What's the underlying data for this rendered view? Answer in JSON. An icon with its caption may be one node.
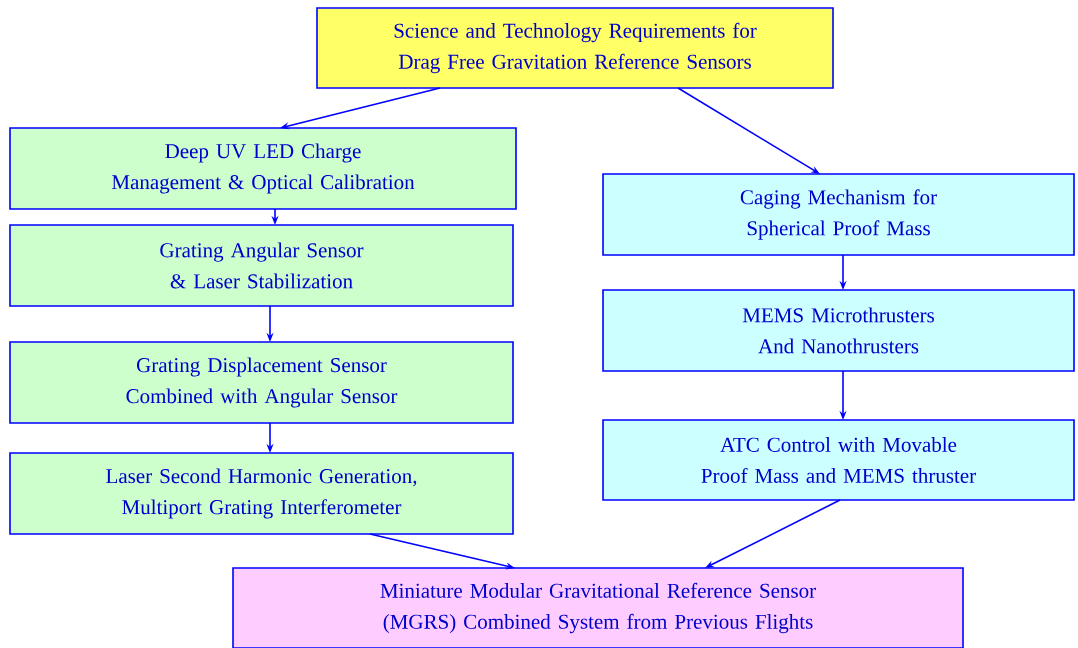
{
  "diagram": {
    "nodes": [
      {
        "text": [
          "Science and Technology Requirements for Drag Free Gravitation Reference Sensors"
        ]
      },
      {
        "text": [
          "Deep UV LED Charge Management & Optical Calibration"
        ]
      },
      {
        "text": [
          "Grating Angular Sensor & Laser Stabilization"
        ]
      },
      {
        "text": [
          "Grating Displacement Sensor Combined with Angular Sensor"
        ]
      },
      {
        "text": [
          "Laser Second Harmonic Generation, Multiport Grating Interferometer"
        ]
      },
      {
        "text": [
          "Caging Mechanism for Spherical Proof Mass"
        ]
      },
      {
        "text": [
          "MEMS Microthrusters And Nanothrusters"
        ]
      },
      {
        "text": [
          "ATC Control with Movable Proof Mass and MEMS thruster"
        ]
      },
      {
        "text": [
          "Miniature Modular Gravitational Reference Sensor (MGRS) Combined System from Previous Flights"
        ]
      }
    ],
    "edges": [
      {
        "from": 0,
        "to": 1,
        "arrow": "to"
      },
      {
        "from": 0,
        "to": 5,
        "arrow": "to"
      },
      {
        "from": 1,
        "to": 2,
        "arrow": "to"
      },
      {
        "from": 2,
        "to": 3,
        "arrow": "to"
      },
      {
        "from": 3,
        "to": 4,
        "arrow": "to"
      },
      {
        "from": 5,
        "to": 6,
        "arrow": "to"
      },
      {
        "from": 6,
        "to": 7,
        "arrow": "to"
      },
      {
        "from": 4,
        "to": 8,
        "arrow": "to"
      },
      {
        "from": 7,
        "to": 8,
        "arrow": "to"
      }
    ]
  }
}
